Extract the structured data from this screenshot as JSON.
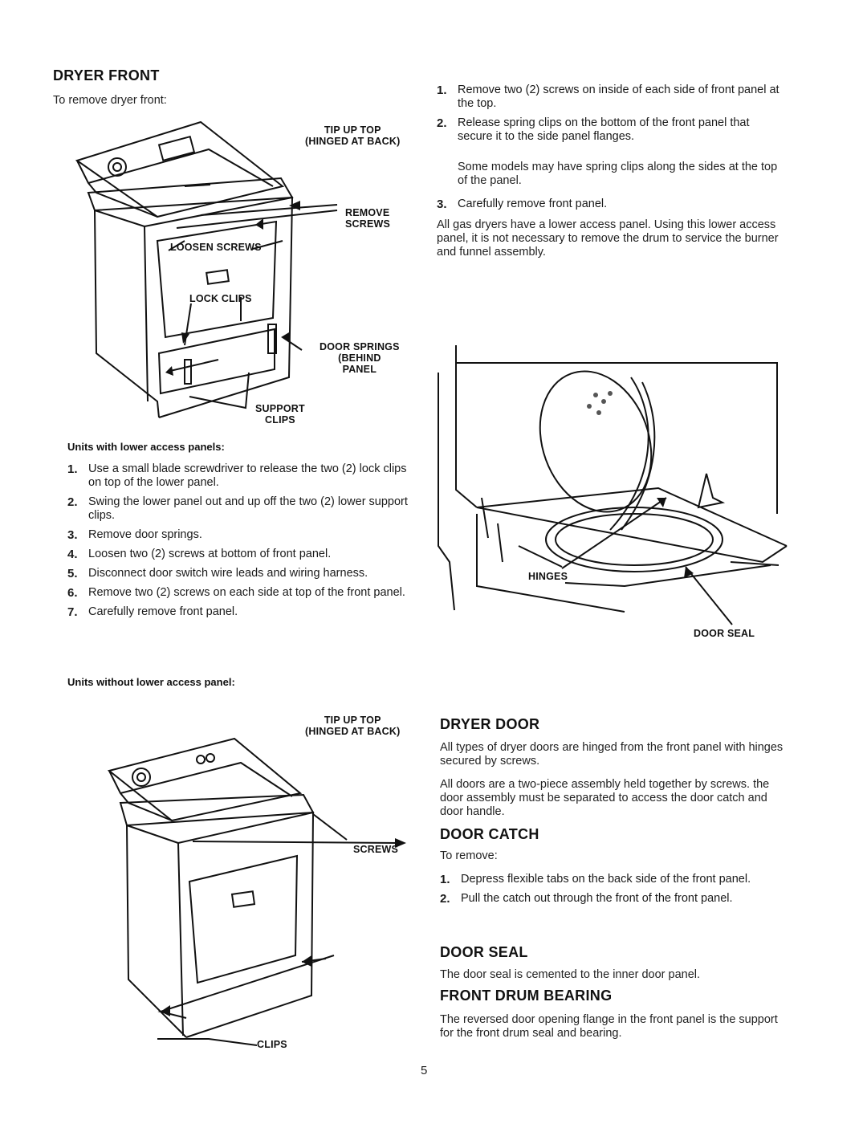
{
  "dryer_front": {
    "heading": "DRYER FRONT",
    "intro": "To remove dryer front:",
    "figure1_labels": {
      "tip_up_top": "TIP UP TOP\n(HINGED AT BACK)",
      "remove_screws": "REMOVE\nSCREWS",
      "loosen_screws": "LOOSEN SCREWS",
      "lock_clips": "LOCK CLIPS",
      "door_springs": "DOOR SPRINGS\n(BEHIND\nPANEL",
      "support_clips": "SUPPORT\nCLIPS"
    },
    "with_panels_heading": "Units with lower access panels:",
    "with_panels_steps": [
      {
        "n": "1.",
        "text": "Use a small blade screwdriver to release the two (2) lock clips on top of the lower panel."
      },
      {
        "n": "2.",
        "text": "Swing the lower panel out and up off the two (2) lower support clips."
      },
      {
        "n": "3.",
        "text": "Remove door springs."
      },
      {
        "n": "4.",
        "text": "Loosen two (2) screws at bottom of front panel."
      },
      {
        "n": "5.",
        "text": "Disconnect door switch wire leads and wiring harness."
      },
      {
        "n": "6.",
        "text": "Remove two (2) screws on each side at top of the front panel."
      },
      {
        "n": "7.",
        "text": "Carefully remove front panel."
      }
    ],
    "without_panel_heading": "Units without lower access panel:",
    "figure2_labels": {
      "tip_up_top": "TIP UP TOP\n(HINGED AT BACK)",
      "screws": "SCREWS",
      "clips": "CLIPS"
    },
    "without_panel_steps": [
      {
        "n": "1.",
        "text": "Remove two (2) screws on inside of each side of front panel at the top."
      },
      {
        "n": "2.",
        "text": "Release spring clips on the bottom of the front panel that secure it to the side panel flanges."
      }
    ],
    "spring_clips_note": "Some models may have spring clips along the sides at the top of the panel.",
    "step3": {
      "n": "3.",
      "text": "Carefully remove front panel."
    },
    "gas_note": "All gas dryers have a lower access panel. Using this lower access panel, it is not necessary to remove the drum to service the burner and funnel assembly.",
    "figure3_labels": {
      "hinges": "HINGES",
      "door_seal": "DOOR SEAL"
    }
  },
  "dryer_door": {
    "heading": "DRYER DOOR",
    "p1": "All types of dryer doors are hinged from the front panel with hinges secured by screws.",
    "p2": "All doors are a two-piece assembly held together by screws. the door assembly must be separated to access the door catch and door handle."
  },
  "door_catch": {
    "heading": "DOOR CATCH",
    "intro": "To remove:",
    "steps": [
      {
        "n": "1.",
        "text": "Depress flexible tabs on the back side of the front panel."
      },
      {
        "n": "2.",
        "text": "Pull the catch out through the front of the front panel."
      }
    ]
  },
  "door_seal": {
    "heading": "DOOR SEAL",
    "text": "The door seal is cemented to the inner door panel."
  },
  "front_drum_bearing": {
    "heading": "FRONT DRUM BEARING",
    "text": "The reversed door opening flange in the front panel is the support for the front drum seal and bearing."
  },
  "page_number": "5",
  "colors": {
    "ink": "#111111",
    "paper": "#ffffff"
  }
}
